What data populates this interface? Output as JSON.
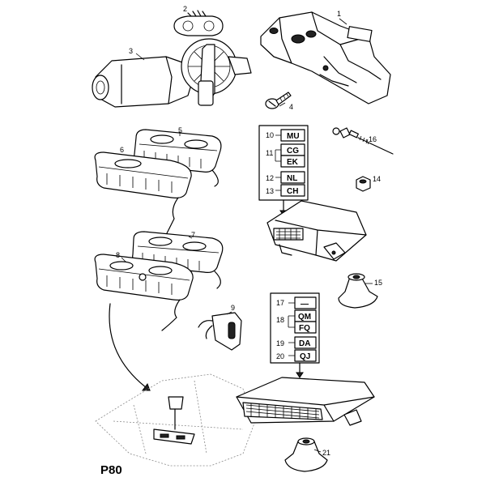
{
  "page_code": "P80",
  "callouts": {
    "c1": "1",
    "c2": "2",
    "c3": "3",
    "c4": "4",
    "c5": "5",
    "c6": "6",
    "c7": "7",
    "c8": "8",
    "c9": "9",
    "c14": "14",
    "c15": "15",
    "c16": "16",
    "c21": "21"
  },
  "code_box_upper": {
    "rows": [
      {
        "num": "10",
        "code": "MU"
      },
      {
        "num": "11",
        "code": "CG"
      },
      {
        "num": "",
        "code": "EK"
      },
      {
        "num": "12",
        "code": "NL"
      },
      {
        "num": "13",
        "code": "CH"
      }
    ]
  },
  "code_box_lower": {
    "rows": [
      {
        "num": "17",
        "code": "—"
      },
      {
        "num": "18",
        "code": "QM"
      },
      {
        "num": "",
        "code": "FQ"
      },
      {
        "num": "19",
        "code": "DA"
      },
      {
        "num": "20",
        "code": "QJ"
      }
    ]
  }
}
